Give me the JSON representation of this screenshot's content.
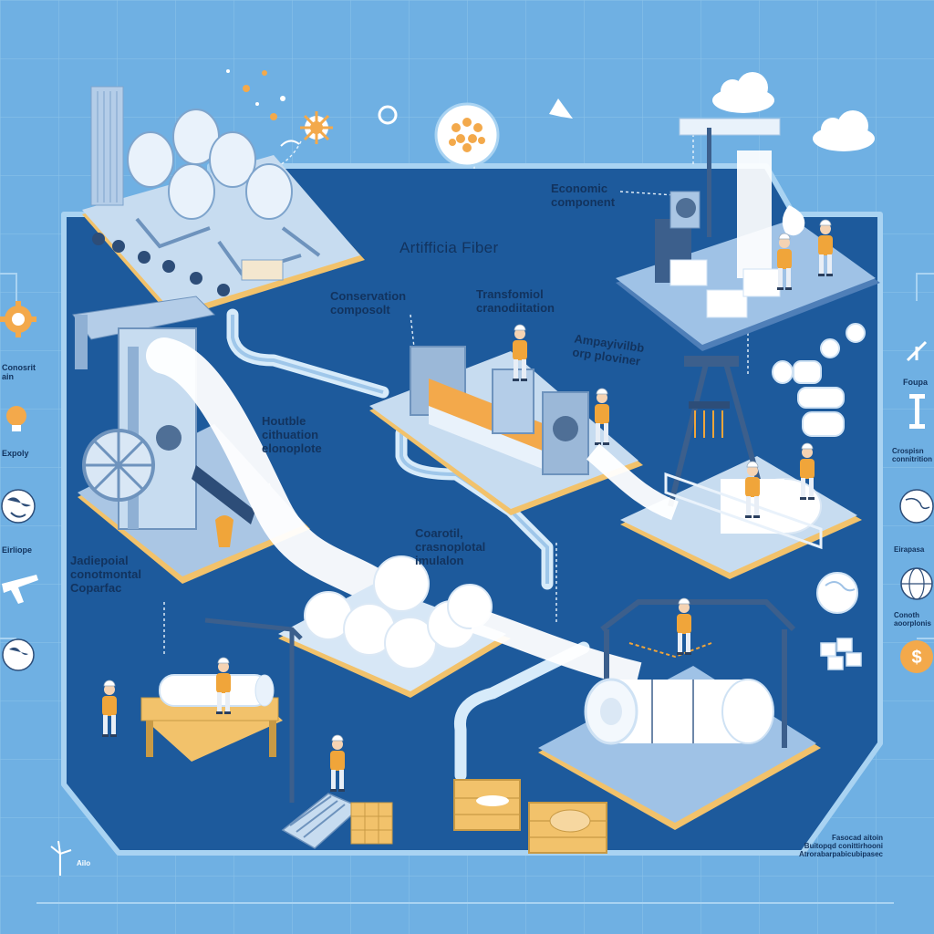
{
  "title": "Artifficia Fiber",
  "labels": {
    "economic": "Economic\ncomponent",
    "conservation": "Conservation\ncomposolt",
    "transformation": "Transfomiol\ncranodiitation",
    "ampliphysis": "Ampayivilbb\norp ploviner",
    "houtble": "Houtble\ncithuation\nelonoplote",
    "controlled": "Coarotil,\ncrasnoplotal\nimulalon",
    "environmental": "Jadiepoial\nconotmontal\nCoparfac",
    "bottom_note": "Fasocad aitoin\nBuitopqd conittirhooni\nAtrorabarpabicubipasec",
    "wind_caption": "Ailo"
  },
  "side_left": [
    "Conosrit\nain",
    "Expoly",
    "Eirliope"
  ],
  "side_right": [
    "Foupa",
    "Crospisn\nconnitrition",
    "Eirapasa",
    "Conoth\naoorplonis"
  ],
  "colors": {
    "bg": "#6fb0e3",
    "platform": "#1d5a9c",
    "border": "#a9d3f2",
    "wood": "#f2c26b",
    "worker": "#f0a53a",
    "machine": "#b9d2ec",
    "fiber": "#ffffff"
  },
  "icons": [
    "gear-icon",
    "lightbulb-icon",
    "globe-icon",
    "airplane-icon",
    "dollar-coin-icon",
    "wind-turbine-icon",
    "cloud-icon",
    "fiber-ball-icon"
  ]
}
